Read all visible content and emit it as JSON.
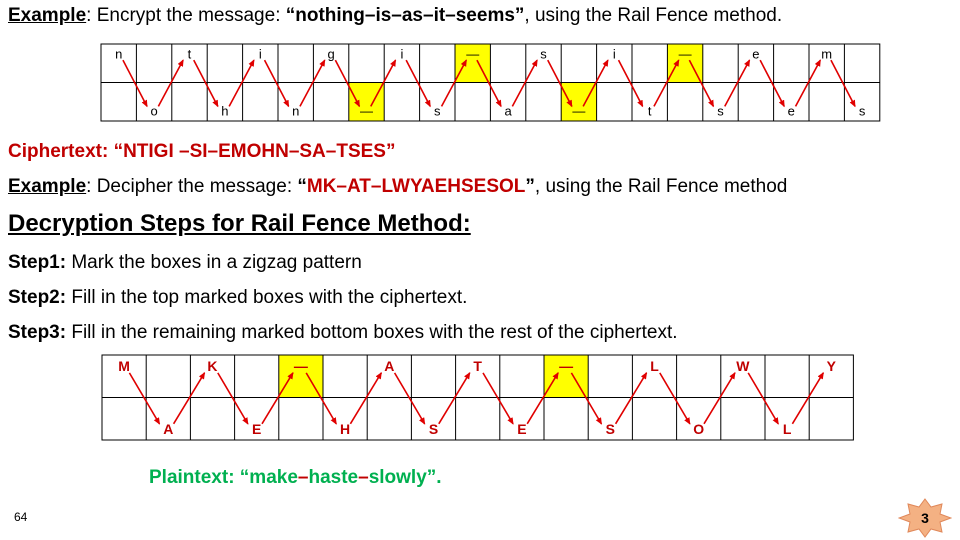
{
  "example1": {
    "label": "Example",
    "text_before": ": Encrypt the message: ",
    "message": "“nothing–is–as–it–seems”",
    "text_after": ", using the Rail Fence method."
  },
  "grid1": {
    "top": [
      "n",
      "",
      "t",
      "",
      "i",
      "",
      "g",
      "",
      "i",
      "",
      "—",
      "",
      "s",
      "",
      "i",
      "",
      "—",
      "",
      "e",
      "",
      "m",
      ""
    ],
    "bottom": [
      "",
      "o",
      "",
      "h",
      "",
      "n",
      "",
      "—",
      "",
      "s",
      "",
      "a",
      "",
      "—",
      "",
      "t",
      "",
      "s",
      "",
      "e",
      "",
      "s"
    ],
    "highlight_top": [
      10,
      16
    ],
    "highlight_bottom": [
      7,
      13
    ],
    "highlight_color": "#ffff00",
    "letter_color": "#000000"
  },
  "ciphertext": "Ciphertext: “NTIGI –SI–EMOHN–SA–TSES”",
  "example2": {
    "label": "Example",
    "text_before": ": Decipher the message: ",
    "q_open": "“",
    "message": "MK–AT–LWYAEHSESOL",
    "q_close": "”",
    "text_after": ", using the Rail Fence method"
  },
  "heading": "Decryption Steps for Rail Fence Method:",
  "steps": [
    {
      "label": "Step1:",
      "text": " Mark the boxes in a zigzag pattern"
    },
    {
      "label": "Step2:",
      "text": " Fill in the top marked boxes with the ciphertext."
    },
    {
      "label": "Step3:",
      "text": " Fill in the remaining marked bottom boxes with the rest of the ciphertext."
    }
  ],
  "grid2": {
    "top": [
      "M",
      "",
      "K",
      "",
      "—",
      "",
      "A",
      "",
      "T",
      "",
      "—",
      "",
      "L",
      "",
      "W",
      "",
      "Y"
    ],
    "bottom": [
      "",
      "A",
      "",
      "E",
      "",
      "H",
      "",
      "S",
      "",
      "E",
      "",
      "S",
      "",
      "O",
      "",
      "L",
      ""
    ],
    "highlight_top": [
      4,
      10
    ],
    "highlight_bottom": [],
    "highlight_color": "#ffff00",
    "letter_color": "#c00000"
  },
  "plaintext": {
    "label": "Plaintext: “make",
    "dash1": "–",
    "word2": "haste",
    "dash2": "–",
    "word3": "slowly”."
  },
  "page_number": "64",
  "slide_badge": "3",
  "colors": {
    "accent_red": "#c00000",
    "plaintext_green": "#00b050",
    "arrow_red": "#e00000",
    "badge_fill": "#f4b183"
  }
}
